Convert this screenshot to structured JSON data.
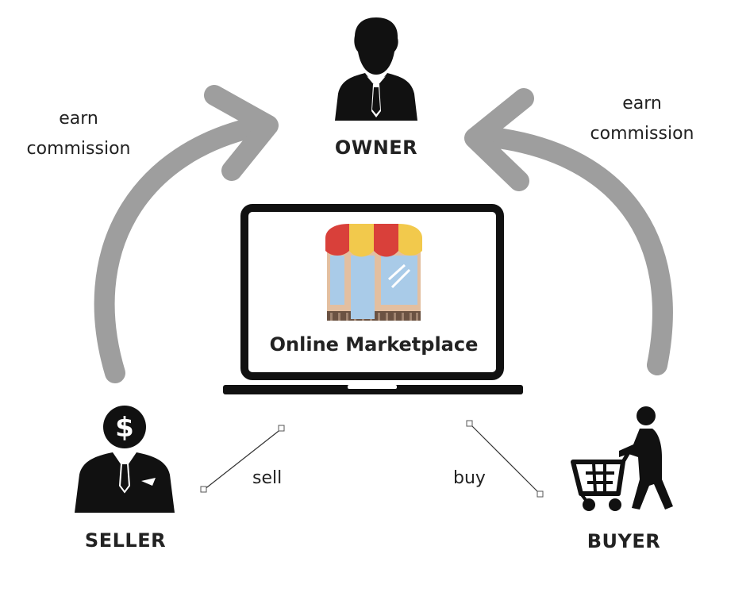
{
  "center": {
    "title": "Online Marketplace",
    "icon": "storefront-icon"
  },
  "nodes": {
    "owner": {
      "label": "OWNER",
      "icon": "businessman-icon"
    },
    "seller": {
      "label": "SELLER",
      "icon": "dollar-head-businessman-icon"
    },
    "buyer": {
      "label": "BUYER",
      "icon": "shopping-cart-person-icon"
    }
  },
  "arrows": {
    "left": {
      "label_line1": "earn",
      "label_line2": "commission"
    },
    "right": {
      "label_line1": "earn",
      "label_line2": "commission"
    }
  },
  "edges": {
    "seller_to_market": {
      "label": "sell"
    },
    "buyer_to_market": {
      "label": "buy"
    }
  },
  "colors": {
    "arrow": "#9e9e9e",
    "icon": "#111111",
    "awning_red": "#d9403a",
    "awning_yellow": "#f2c94c",
    "window_blue": "#a9cbe8",
    "wall_tan": "#e3bfa0"
  }
}
